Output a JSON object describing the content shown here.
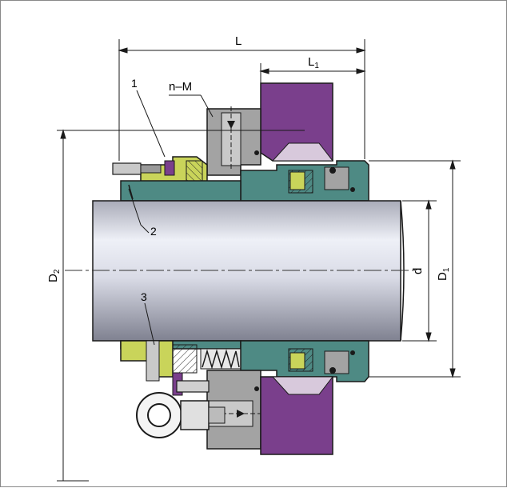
{
  "labels": {
    "L": "L",
    "L1_main": "L",
    "L1_sub": "1",
    "nM": "n–M",
    "part1": "1",
    "part2": "2",
    "part3": "3",
    "D2_main": "D",
    "D2_sub": "2",
    "d": "d",
    "D1_main": "D",
    "D1_sub": "1"
  },
  "colors": {
    "seat_purple": "#7a3f8c",
    "sleeve_green": "#4e8a84",
    "gland_gray": "#a3a3a3",
    "collar_yellow": "#c9d45a",
    "shaft_light": "#e6e8f2",
    "shaft_dark": "#8a8c99",
    "line": "#1a1a1a"
  },
  "icons": {
    "spring": "spring-coil-icon",
    "setscrew": "set-screw-icon",
    "oring": "o-ring-icon",
    "eyebolt": "eye-bolt-icon"
  }
}
